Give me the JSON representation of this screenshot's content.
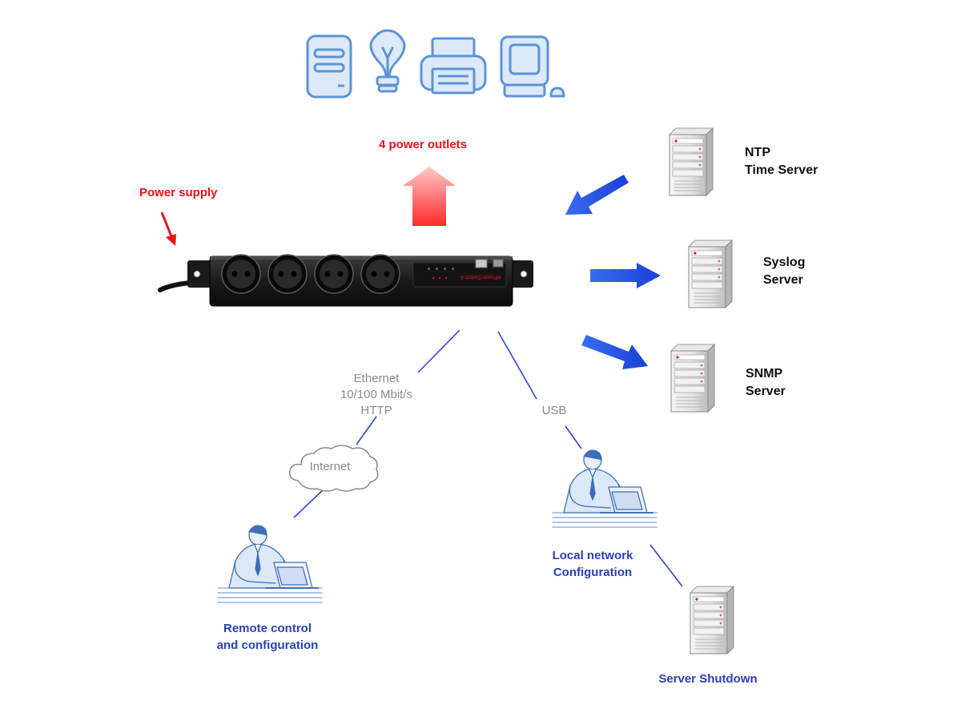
{
  "labels": {
    "outlets": "4 power outlets",
    "power_supply": "Power supply",
    "ntp": "NTP\nTime Server",
    "syslog": "Syslog\nServer",
    "snmp": "SNMP\nServer",
    "ethernet": "Ethernet\n10/100 Mbit/s\nHTTP",
    "usb": "USB",
    "internet": "Internet",
    "local": "Local network\nConfiguration",
    "remote": "Remote control\nand configuration",
    "shutdown": "Server Shutdown",
    "device_brand": "ePowerSwitch 4"
  },
  "colors": {
    "red": "#e8121a",
    "label_blue": "#2b3fb6",
    "line_blue": "#3344cc",
    "arrow_blue": "#1f4fe6",
    "icon_blue": "#5b93d8",
    "grey": "#8a8a8a"
  },
  "icons": [
    "server-tower-icon",
    "light-bulb-icon",
    "printer-icon",
    "computer-monitor-icon"
  ]
}
